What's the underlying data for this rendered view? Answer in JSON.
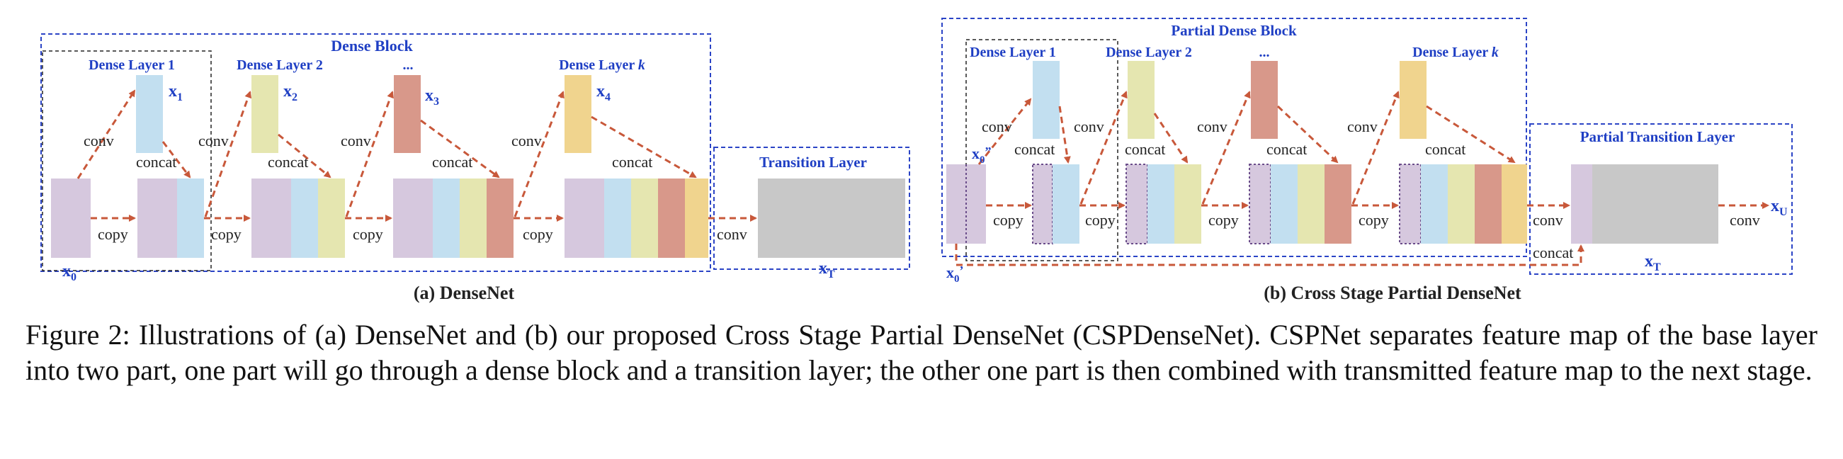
{
  "colors": {
    "purple": "#d6c8de",
    "blue": "#c2dff0",
    "yellow_green": "#e5e6b0",
    "red": "#d8988a",
    "orange": "#f0d48e",
    "gray": "#c8c8c8",
    "box_border": "#2b44c6",
    "arrow": "#c8583a",
    "label_blue": "#1f3fc4"
  },
  "densenet": {
    "dense_block": "Dense Block",
    "layer1": "Dense Layer 1",
    "layer2": "Dense Layer 2",
    "layer_dots": "...",
    "layerk_prefix": "Dense Layer ",
    "layerk_k": "k",
    "x0": "x",
    "x0_sub": "0",
    "x1": "x",
    "x1_sub": "1",
    "x2": "x",
    "x2_sub": "2",
    "x3": "x",
    "x3_sub": "3",
    "x4": "x",
    "x4_sub": "4",
    "xt": "x",
    "xt_sub": "T",
    "conv": "conv",
    "copy": "copy",
    "concat": "concat",
    "transition": "Transition Layer",
    "caption": "(a) DenseNet"
  },
  "cspdensenet": {
    "block": "Partial Dense Block",
    "layer1": "Dense Layer 1",
    "layer2": "Dense Layer 2",
    "layer_dots": "...",
    "layerk_prefix": "Dense Layer ",
    "layerk_k": "k",
    "x0pp": "x",
    "x0pp_sub": "0",
    "x0pp_mark": "”",
    "x0p": "x",
    "x0p_sub": "0",
    "x0p_mark": "’",
    "xt": "x",
    "xt_sub": "T",
    "xu": "x",
    "xu_sub": "U",
    "conv": "conv",
    "copy": "copy",
    "concat": "concat",
    "transition": "Partial Transition Layer",
    "caption": "(b) Cross Stage Partial DenseNet"
  },
  "figure_caption": "Figure 2: Illustrations of (a) DenseNet and (b) our proposed Cross Stage Partial DenseNet (CSPDenseNet). CSPNet separates feature map of the base layer into two part, one part will go through a dense block and a transition layer; the other one part is then combined with transmitted feature map to the next stage."
}
